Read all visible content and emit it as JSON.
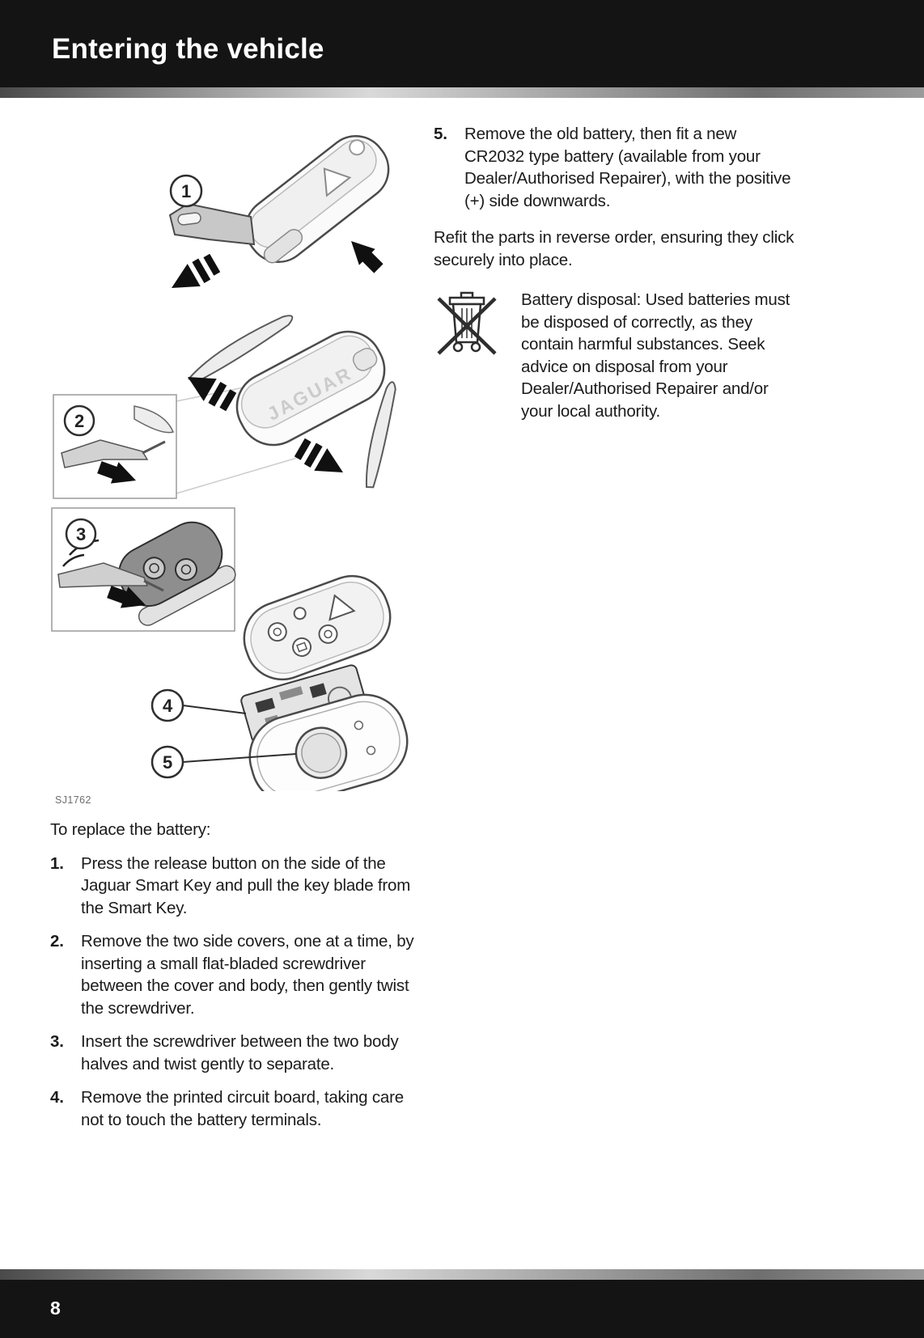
{
  "header": {
    "title": "Entering the vehicle"
  },
  "footer": {
    "page_number": "8"
  },
  "colors": {
    "band_bg": "#141414",
    "text": "#1b1b1b"
  },
  "figure": {
    "code": "SJ1762",
    "fob_brand": "JAGUAR",
    "callouts": [
      "1",
      "2",
      "3",
      "4",
      "5"
    ]
  },
  "left_column": {
    "intro": "To replace the battery:",
    "steps": [
      {
        "number": "1.",
        "text": "Press the release button on the side of the Jaguar Smart Key and pull the key blade from the Smart Key."
      },
      {
        "number": "2.",
        "text": "Remove the two side covers, one at a time, by inserting a small flat-bladed screwdriver between the cover and body, then gently twist the screwdriver."
      },
      {
        "number": "3.",
        "text": "Insert the screwdriver between the two body halves and twist gently to separate."
      },
      {
        "number": "4.",
        "text": "Remove the printed circuit board, taking care not to touch the battery terminals."
      }
    ]
  },
  "right_column": {
    "step5": {
      "number": "5.",
      "text": "Remove the old battery, then fit a new CR2032 type battery (available from your Dealer/Authorised Repairer), with the positive (+) side downwards."
    },
    "refit": "Refit the parts in reverse order, ensuring they click securely into place.",
    "disposal": "Battery disposal: Used batteries must be disposed of correctly, as they contain harmful substances. Seek advice on disposal from your Dealer/Authorised Repairer and/or your local authority."
  }
}
